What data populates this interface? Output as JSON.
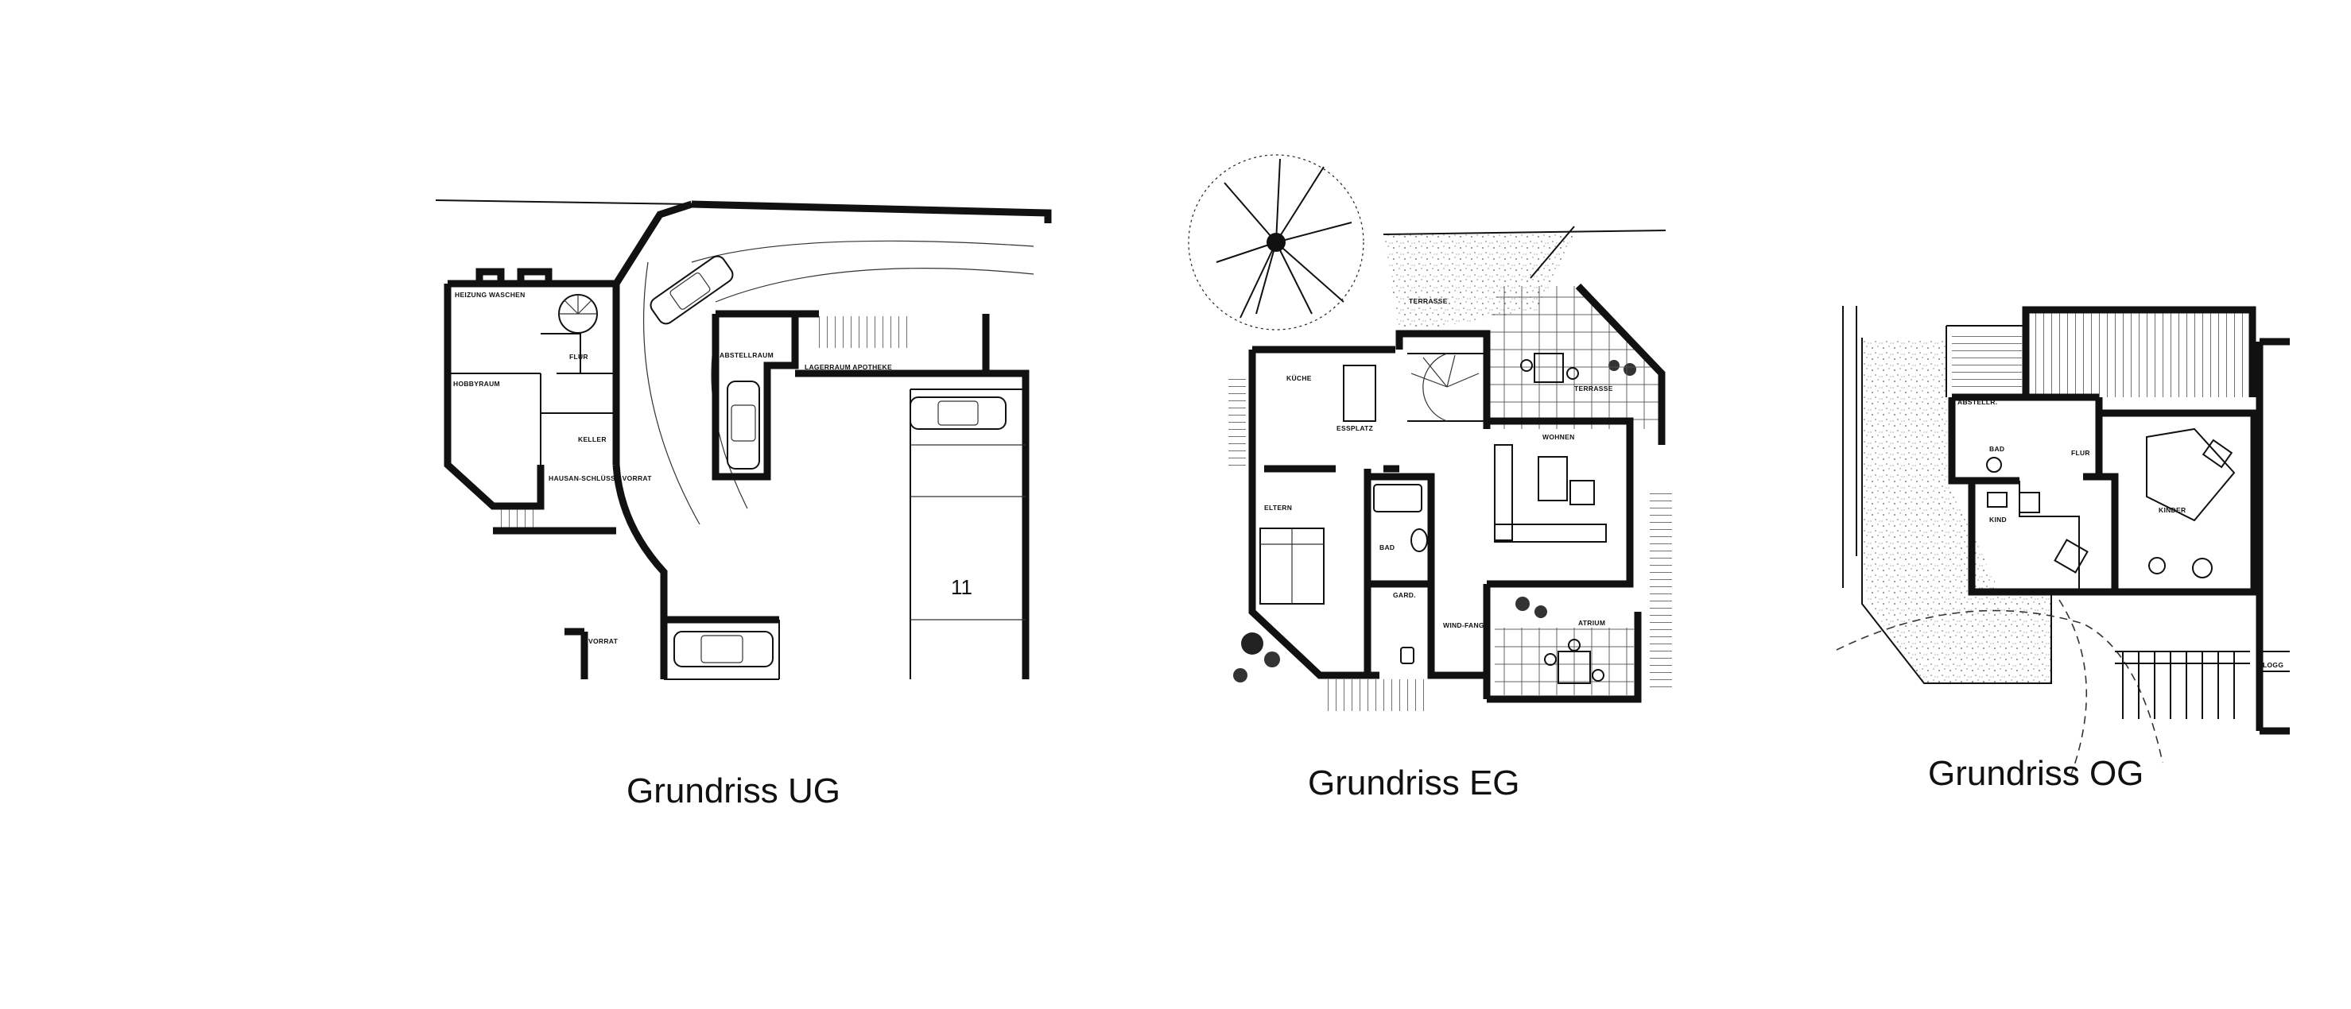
{
  "plans": [
    {
      "caption": "Grundriss UG",
      "rooms": {
        "heizung_waschen": "HEIZUNG WASCHEN",
        "flur": "FLUR",
        "hobbyraum": "HOBBYRAUM",
        "keller": "KELLER",
        "hausanschluss_vorrat": "HAUSAN-SCHLÜSSE VORRAT",
        "abstellraum": "ABSTELLRAUM",
        "lagerraum_apotheke": "LAGERRAUM APOTHEKE",
        "vorrat": "VORRAT",
        "parking_number": "11"
      }
    },
    {
      "caption": "Grundriss EG",
      "rooms": {
        "terrasse_top": "TERRASSE",
        "terrasse_side": "TERRASSE",
        "kueche": "KÜCHE",
        "essplatz": "ESSPLATZ",
        "wohnen": "WOHNEN",
        "eltern": "ELTERN",
        "bad": "BAD",
        "garderobe": "GARD.",
        "windfang": "WIND-FANG",
        "atrium": "ATRIUM"
      }
    },
    {
      "caption": "Grundriss OG",
      "rooms": {
        "abstellraum": "ABSTELLR.",
        "bad": "BAD",
        "flur": "FLUR",
        "kind": "KIND",
        "kinder": "KINDER",
        "loggia": "LOGG"
      }
    }
  ]
}
